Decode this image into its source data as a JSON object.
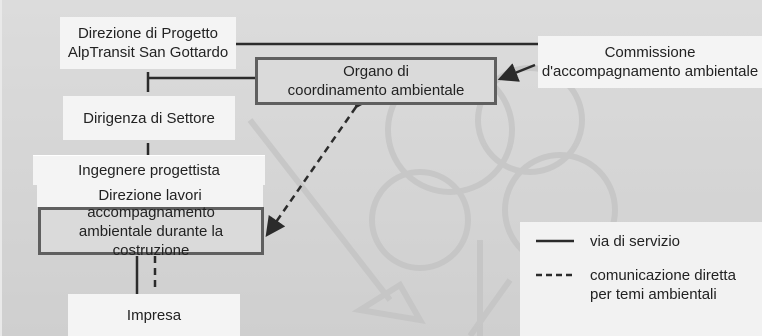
{
  "boxes": {
    "direzione_progetto": [
      "Direzione di Progetto",
      "AlpTransit San Gottardo"
    ],
    "commissione": [
      "Commissione",
      "d'accompagnamento ambientale"
    ],
    "organo": [
      "Organo di",
      "coordinamento ambientale"
    ],
    "dirigenza": "Dirigenza di Settore",
    "ingegnere": "Ingegnere progettista",
    "direzione_lavori": "Direzione lavori",
    "accompagnamento": [
      "accompagnamento",
      "ambientale durante la costruzione"
    ],
    "impresa": "Impresa"
  },
  "legend": {
    "service_line": "via di servizio",
    "direct_comm": [
      "comunicazione diretta",
      "per temi ambientali"
    ]
  },
  "colors": {
    "line": "#2b2b2b",
    "panel": "#d4d4d4",
    "box": "#f4f4f4",
    "highlight_border": "#5f5f5f"
  }
}
